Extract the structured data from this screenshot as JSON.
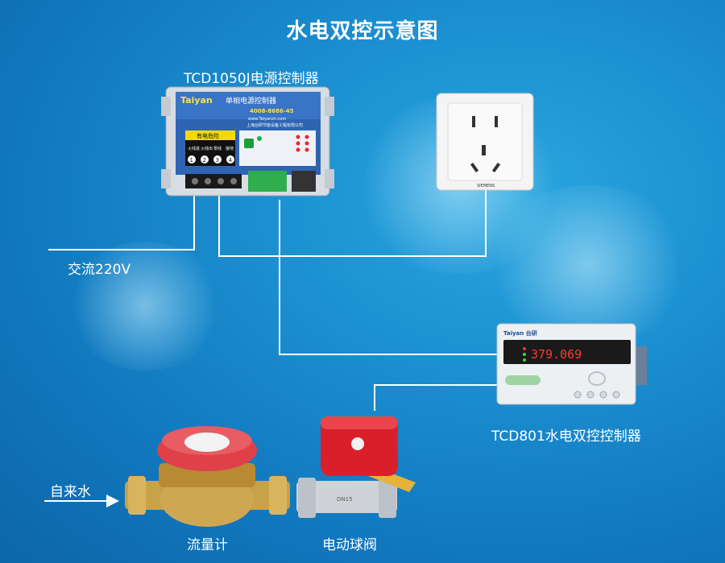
{
  "title": "水电双控示意图",
  "labels": {
    "power_controller": "TCD1050J电源控制器",
    "ac_input": "交流220V",
    "dual_controller": "TCD801水电双控控制器",
    "water_inlet": "自来水",
    "flow_meter": "流量计",
    "ball_valve": "电动球阀"
  },
  "power_controller_face": {
    "brand": "Taiyan",
    "product": "单相电源控制器",
    "hotline": "4008-8686-45",
    "website": "www.Taiyanzn.com",
    "company": "上海台研节能设备工程有限公司",
    "warning": "有电危险",
    "terminal_labels": [
      "火线进",
      "火线出",
      "零线",
      "接地"
    ],
    "terminal_numbers": [
      "1",
      "2",
      "3",
      "4"
    ]
  },
  "dual_controller_face": {
    "brand": "Taiyan 台研",
    "display_value": "379.069"
  },
  "socket_brand": "SIEMENS",
  "valve_body_text": "DN15",
  "colors": {
    "background": "#1b8fd0",
    "wire": "#ffffff",
    "controller_case": "#e9edf1",
    "display_red": "#ff3b2f",
    "valve_red": "#d9202a",
    "brass": "#c9a14a"
  }
}
